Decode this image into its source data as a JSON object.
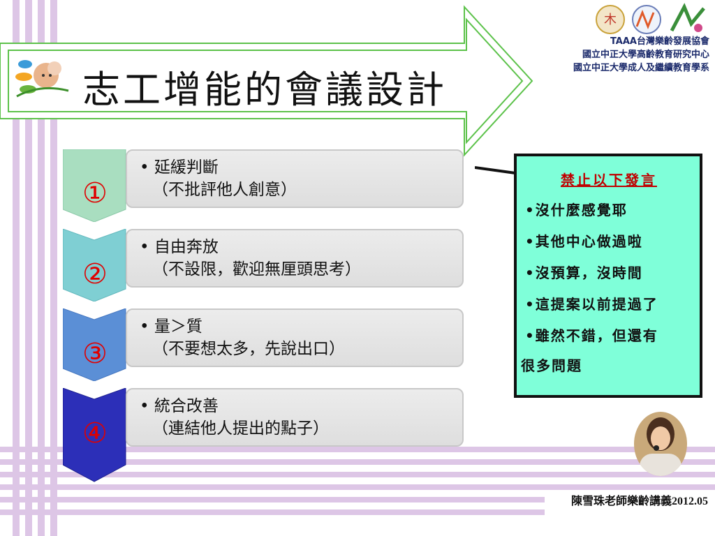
{
  "title": "志工增能的會議設計",
  "org": {
    "lines": [
      "TAAA台灣樂齡發展協會",
      "國立中正大學高齡教育研究中心",
      "國立中正大學成人及繼續教育學系"
    ]
  },
  "steps": [
    {
      "num": "①",
      "line1": "延緩判斷",
      "line2": "（不批評他人創意）",
      "color": "#a9dec0"
    },
    {
      "num": "②",
      "line1": "自由奔放",
      "line2": "（不設限，歡迎無厘頭思考）",
      "color": "#7fcfd3"
    },
    {
      "num": "③",
      "line1": "量＞質",
      "line2": "（不要想太多，先說出口）",
      "color": "#5b8fd6"
    },
    {
      "num": "④",
      "line1": "統合改善",
      "line2": "（連結他人提出的點子）",
      "color": "#2c2fb8"
    }
  ],
  "note": {
    "title": "禁止以下發言",
    "items": [
      "沒什麼感覺耶",
      "其他中心做過啦",
      "沒預算，沒時間",
      "這提案以前提過了",
      "雖然不錯，但還有"
    ],
    "tail": "很多問題"
  },
  "footer": "陳雪珠老師樂齡講義2012.05",
  "colors": {
    "arrow_border": "#5cc24a",
    "note_bg": "#7fffd9",
    "note_title": "#c00000",
    "step_num": "#e00000"
  }
}
